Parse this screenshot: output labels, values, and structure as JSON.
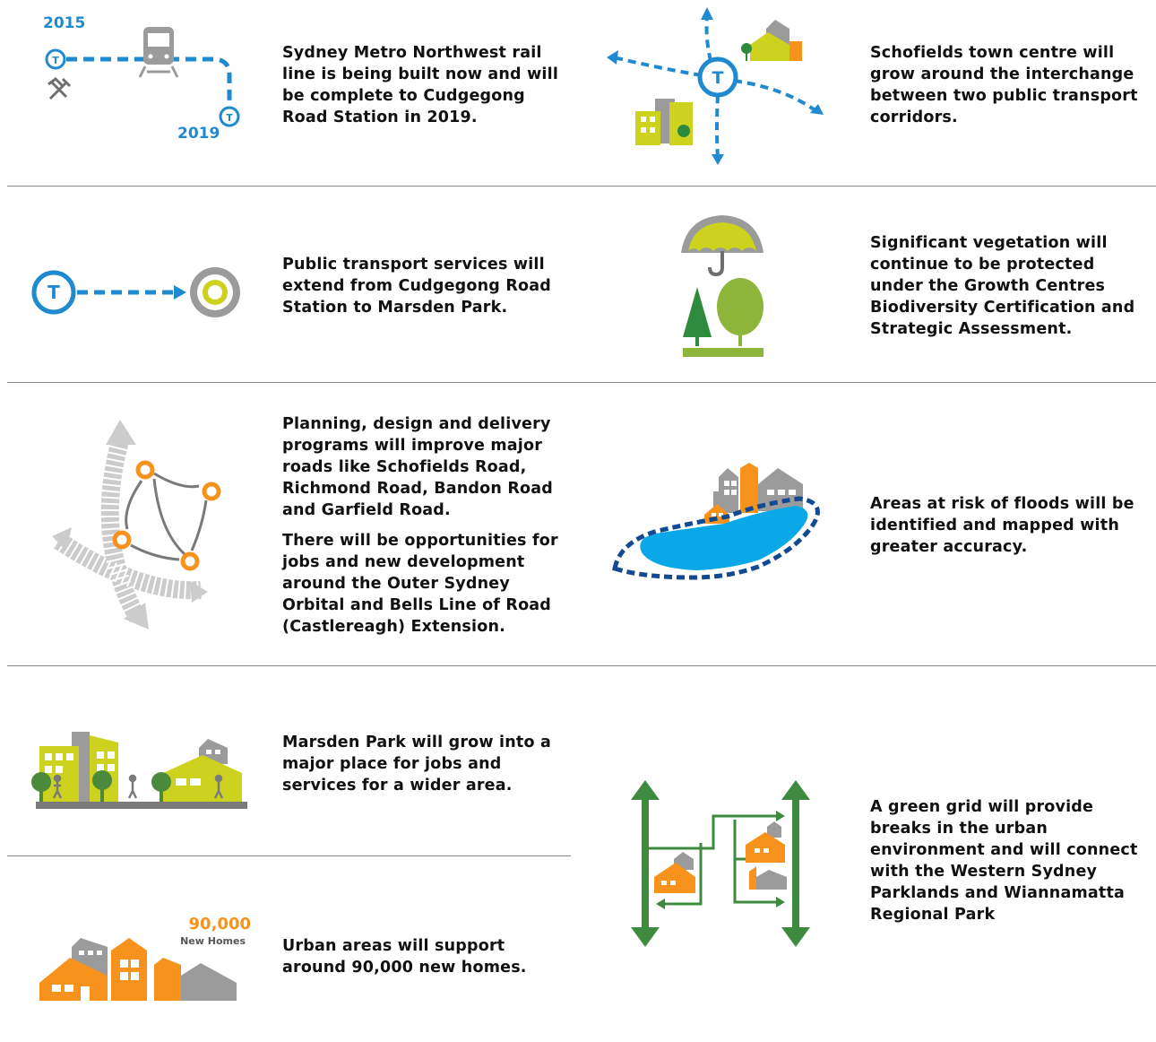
{
  "colors": {
    "transit_blue": "#1f8ad0",
    "lime": "#cdd21e",
    "orange": "#f7931d",
    "grey": "#9b9b9b",
    "dark_grey": "#6e6e6e",
    "green": "#2e8a3c",
    "water": "#0aa8e6",
    "flood_blue": "#114a93"
  },
  "items": [
    {
      "id": "metro",
      "icon": "train-line-icon",
      "year_start": "2015",
      "year_end": "2019",
      "metro_symbol": "T",
      "text": "Sydney Metro Northwest rail line is being built now and will be complete to Cudgegong Road Station in 2019."
    },
    {
      "id": "schofields",
      "icon": "interchange-icon",
      "metro_symbol": "T",
      "text": "Schofields town centre will grow around the interchange between two public transport corridors."
    },
    {
      "id": "transport",
      "icon": "transport-extension-icon",
      "metro_symbol": "T",
      "text": "Public transport services will extend from Cudgegong Road Station to Marsden Park."
    },
    {
      "id": "vegetation",
      "icon": "umbrella-trees-icon",
      "text": "Significant vegetation will continue to be protected under the Growth Centres Biodiversity Certification and Strategic Assessment."
    },
    {
      "id": "roads",
      "icon": "roads-network-icon",
      "text": "Planning, design and delivery programs will improve major roads like Schofields Road, Richmond Road, Bandon Road and Garfield Road.",
      "text2": "There will be opportunities for jobs and new development around the Outer Sydney Orbital and  Bells Line of Road (Castlereagh) Extension."
    },
    {
      "id": "floods",
      "icon": "flood-area-icon",
      "text": "Areas at risk of floods will be identified and mapped with greater accuracy."
    },
    {
      "id": "marsden",
      "icon": "town-centre-icon",
      "text": "Marsden Park will grow into a major place for jobs and services for a wider area."
    },
    {
      "id": "greengrid",
      "icon": "green-grid-icon",
      "text": "A green grid will provide breaks in the urban environment and will connect with the Western Sydney Parklands and Wiannamatta Regional Park"
    },
    {
      "id": "homes",
      "icon": "new-homes-icon",
      "homes_count": "90,000",
      "homes_label": "New Homes",
      "text": "Urban areas will support around 90,000 new homes."
    }
  ]
}
